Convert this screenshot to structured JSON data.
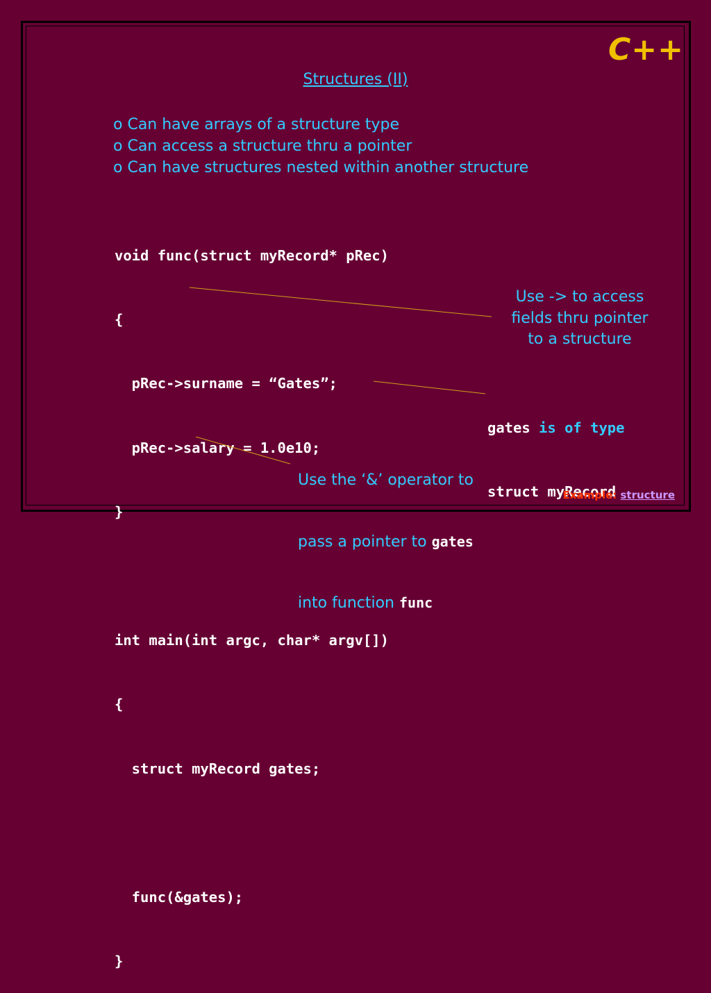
{
  "slide": {
    "logo": "C++",
    "title": "Structures (II)",
    "bullets": [
      "o Can have arrays of a structure type",
      "o Can access a structure thru a pointer",
      "o Can have structures nested within another structure"
    ],
    "code_lines": [
      "void func(struct myRecord* pRec)",
      "{",
      "  pRec->surname = “Gates”;",
      "  pRec->salary = 1.0e10;",
      "}",
      "",
      "int main(int argc, char* argv[])",
      "{",
      "  struct myRecord gates;",
      "",
      "  func(&gates);",
      "}"
    ],
    "annotation_arrow": {
      "lines": [
        "Use -> to access",
        "fields thru pointer",
        "to a structure"
      ]
    },
    "annotation_type": {
      "var": "gates",
      "middle": " is of type",
      "type_line": "struct myRecord"
    },
    "annotation_ampersand": {
      "line1": "Use the ‘&’ operator to",
      "line2_text": "pass a pointer to ",
      "line2_code": "gates",
      "line3_text": "into function ",
      "line3_code": "func"
    },
    "footer": {
      "label": "Example: ",
      "link": "structure"
    },
    "colors": {
      "background": "#660033",
      "accent_text": "#33ccff",
      "code_text": "#ffffff",
      "logo": "#f0c000",
      "callout_line": "#d4a017",
      "footer_label": "#ff3300",
      "footer_link": "#cc99ff"
    }
  }
}
